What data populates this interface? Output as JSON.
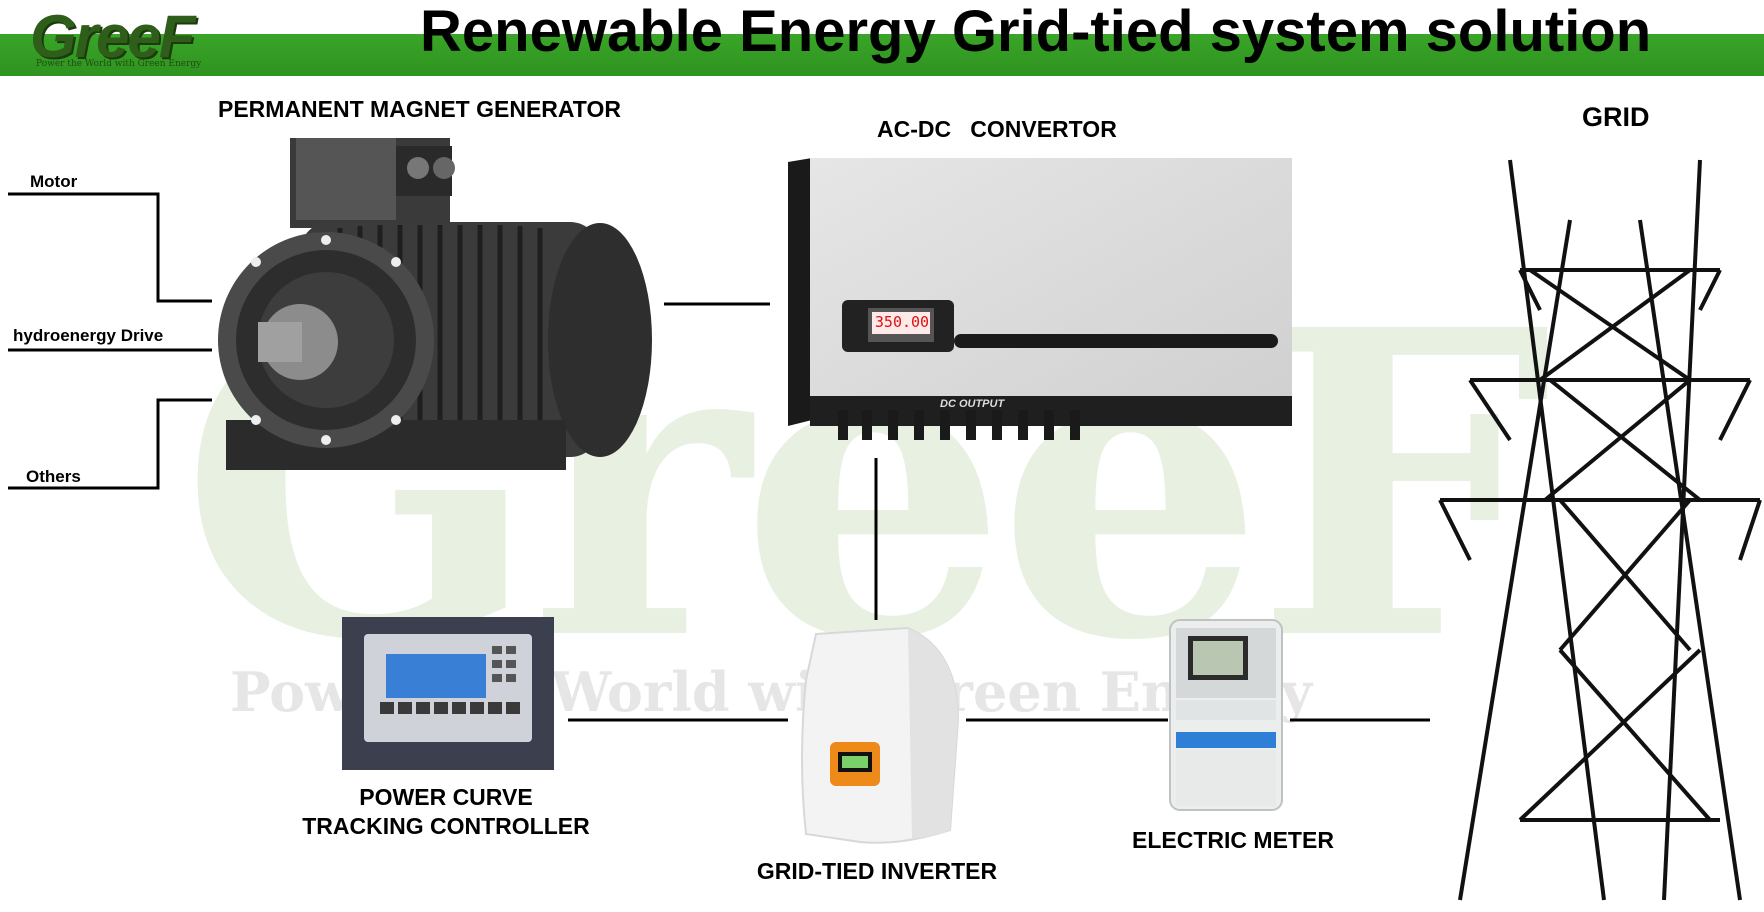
{
  "header": {
    "logo_text": "GreeF",
    "tagline": "Power the World with Green Energy",
    "title": "Renewable Energy Grid-tied system solution"
  },
  "watermark": {
    "logo_text": "GreeF",
    "tagline": "Power the World with Green Energy"
  },
  "diagram": {
    "generator_label": "PERMANENT MAGNET GENERATOR",
    "inputs": [
      "Motor",
      "hydroenergy Drive",
      "Others"
    ],
    "convertor_label": "AC-DC   CONVERTOR",
    "convertor_display": "350.00",
    "convertor_output_label": "DC OUTPUT",
    "grid_label": "GRID",
    "controller_label_line1": "POWER CURVE",
    "controller_label_line2": "TRACKING CONTROLLER",
    "inverter_label": "GRID-TIED INVERTER",
    "meter_label": "ELECTRIC METER"
  },
  "colors": {
    "band_green": "#35a024",
    "line": "#000000"
  },
  "icons": [
    "generator-icon",
    "convertor-icon",
    "controller-icon",
    "inverter-icon",
    "meter-icon",
    "tower-icon"
  ]
}
